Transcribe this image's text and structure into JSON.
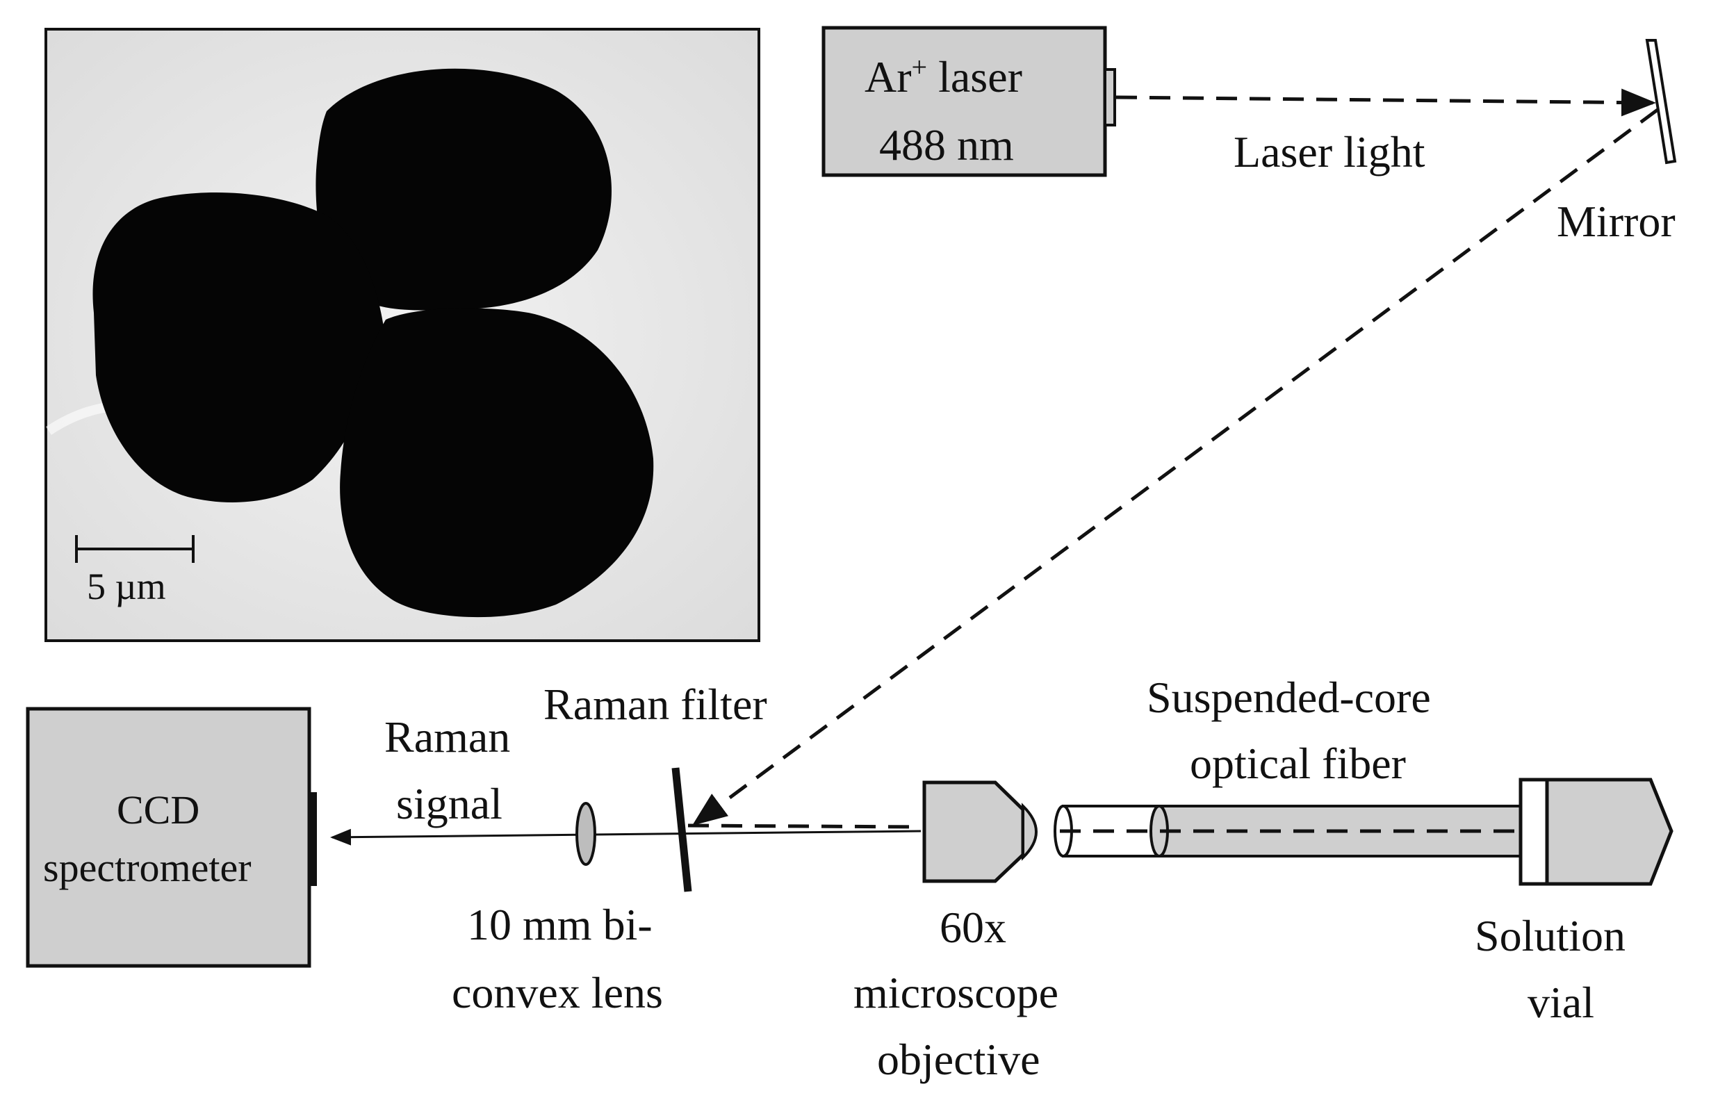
{
  "laser": {
    "line1": "Ar",
    "sup": "+",
    "line1_rest": " laser",
    "line2": "488 nm"
  },
  "labels": {
    "laser_light": "Laser light",
    "mirror": "Mirror",
    "raman_filter": "Raman filter",
    "raman_signal_1": "Raman",
    "raman_signal_2": "signal",
    "ccd_1": "CCD",
    "ccd_2": "spectrometer",
    "lens_1": "10 mm bi-",
    "lens_2": "convex lens",
    "objective_1": "60x",
    "objective_2": "microscope",
    "objective_3": "objective",
    "fiber_1": "Suspended-core",
    "fiber_2": "optical fiber",
    "vial_1": "Solution",
    "vial_2": "vial"
  },
  "micrograph": {
    "scale_label": "5 µm"
  },
  "colors": {
    "component_fill": "#cfcfcf",
    "micrograph_bg": "#e8e8e8",
    "particle": "#050505",
    "line": "#111111"
  }
}
